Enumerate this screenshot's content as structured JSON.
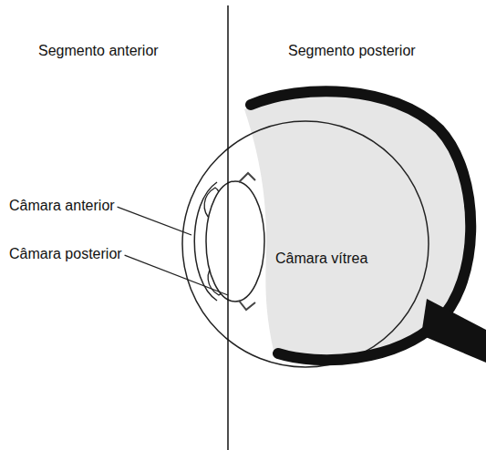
{
  "diagram": {
    "labels": [
      "Segmento anterior",
      "Segmento posterior",
      "Câmara anterior",
      "Câmara posterior",
      "Câmara vítrea"
    ]
  }
}
